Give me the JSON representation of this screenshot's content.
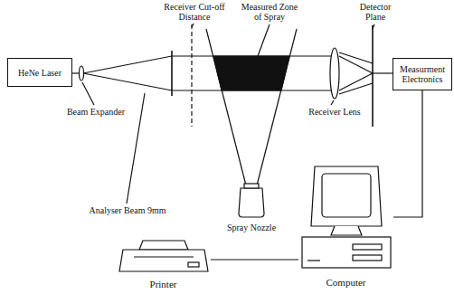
{
  "diagram": {
    "nodes": [
      {
        "text": [
          "HeNe Laser"
        ]
      },
      {
        "text": [
          "Measurment Electronics"
        ]
      },
      {
        "text": [
          "Computer"
        ]
      },
      {
        "text": [
          "Printer"
        ]
      }
    ],
    "edges": [
      {
        "from": 1,
        "to": 2,
        "arrow": "none"
      },
      {
        "from": 2,
        "to": 3,
        "arrow": "none"
      }
    ],
    "labels": [
      "Receiver Cut-off Distance",
      "Measured Zone of Spray",
      "Detector Plane",
      "Beam Expander",
      "Receiver Lens",
      "Analyser Beam 9mm",
      "Spray Nozzle"
    ]
  }
}
